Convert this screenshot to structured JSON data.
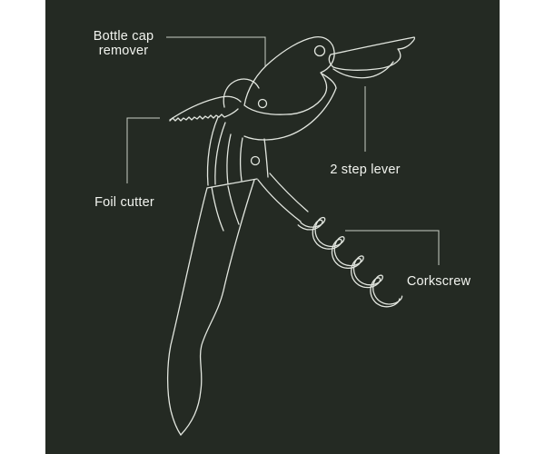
{
  "diagram": {
    "title": "waiters-corkscrew-parts-diagram",
    "subject": "double-hinged waiter's corkscrew line drawing",
    "colors": {
      "page_background": "#ffffff",
      "canvas_background": "#242a23",
      "line": "#e2e6df",
      "leader_line": "#c9cfc6",
      "label_text": "#f2f4ef"
    },
    "labels": {
      "bottle_cap_remover": "Bottle cap remover",
      "foil_cutter": "Foil cutter",
      "two_step_lever": "2 step lever",
      "corkscrew": "Corkscrew"
    }
  }
}
